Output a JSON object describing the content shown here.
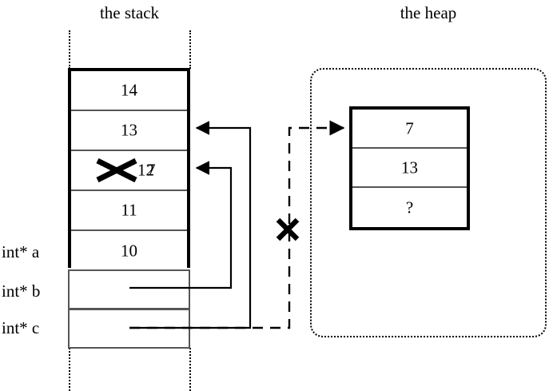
{
  "figure": {
    "stack_title": "the stack",
    "heap_title": "the heap"
  },
  "stack": {
    "cells": [
      {
        "value": "14",
        "overwritten": false,
        "new_value": ""
      },
      {
        "value": "13",
        "overwritten": false,
        "new_value": ""
      },
      {
        "value": "12",
        "overwritten": true,
        "new_value": "7"
      },
      {
        "value": "11",
        "overwritten": false,
        "new_value": ""
      },
      {
        "value": "10",
        "overwritten": false,
        "new_value": ""
      }
    ],
    "variables": [
      {
        "label": "int* a"
      },
      {
        "label": "int* b"
      },
      {
        "label": "int* c"
      }
    ]
  },
  "heap": {
    "cells": [
      {
        "value": "7"
      },
      {
        "value": "13"
      },
      {
        "value": "?"
      }
    ]
  },
  "marks": {
    "struck_value_in_stack": "12",
    "invalidated_pointer": "int* c"
  },
  "colors": {
    "ink": "#000000",
    "rule": "#555555",
    "background": "#ffffff"
  }
}
